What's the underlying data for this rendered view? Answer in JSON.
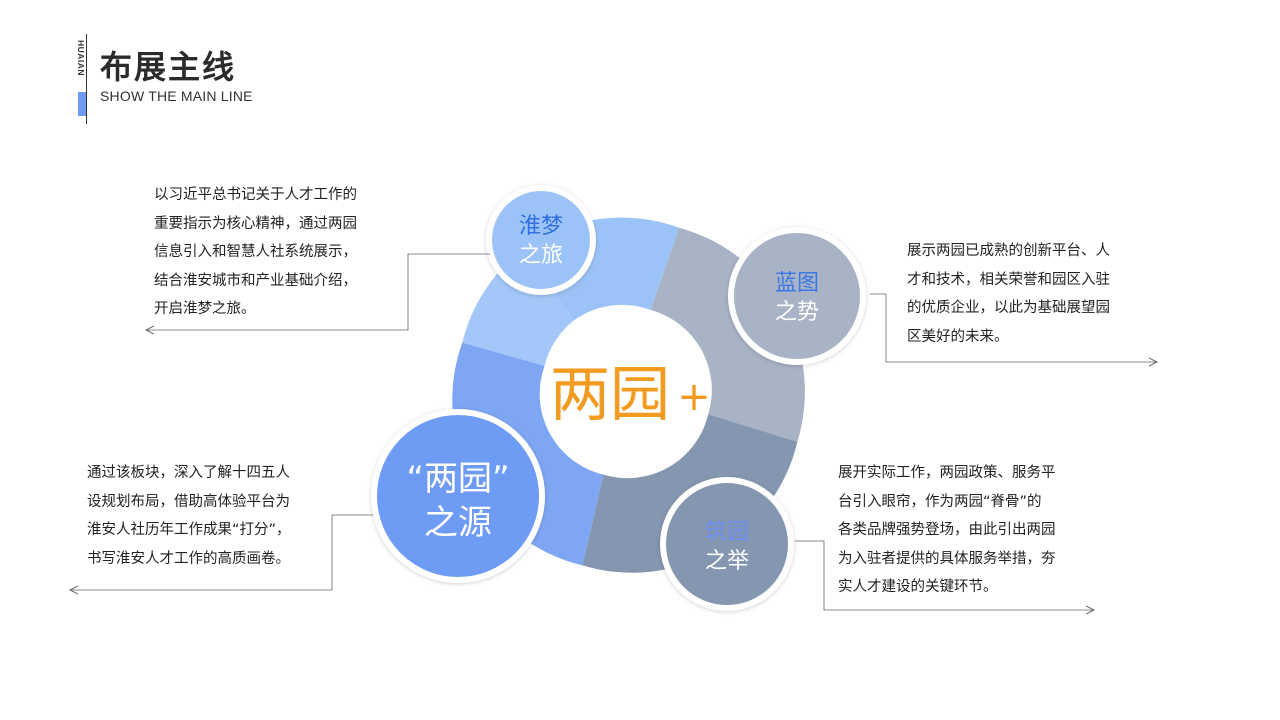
{
  "header": {
    "vertical_label": "HUAIAN",
    "title": "布展主线",
    "subtitle": "SHOW THE MAIN LINE"
  },
  "center": {
    "main": "两园",
    "plus": "+",
    "color": "#f39a1f"
  },
  "nodes": [
    {
      "id": "huaimeng",
      "line1": "淮梦",
      "line2": "之旅",
      "text_color_1": "#2f6fe0",
      "text_color_2": "#ffffff",
      "fill": "#9cc3f8",
      "description": [
        "以习近平总书记关于人才工作的",
        "重要指示为核心精神，通过两园",
        "信息引入和智慧人社系统展示，",
        "结合淮安城市和产业基础介绍，",
        "开启淮梦之旅。"
      ]
    },
    {
      "id": "lantu",
      "line1": "蓝图",
      "line2": "之势",
      "text_color_1": "#3a78e8",
      "text_color_2": "#ffffff",
      "fill": "#a8b3c6",
      "description": [
        "展示两园已成熟的创新平台、人",
        "才和技术，相关荣誉和园区入驻",
        "的优质企业，以此为基础展望园",
        "区美好的未来。"
      ]
    },
    {
      "id": "zhuyuan",
      "line1": "筑园",
      "line2": "之举",
      "text_color_1": "#6b8ff0",
      "text_color_2": "#ffffff",
      "fill": "#8597b0",
      "description": [
        "展开实际工作，两园政策、服务平",
        "台引入眼帘，作为两园“脊骨”的",
        "各类品牌强势登场，由此引出两园",
        "为入驻者提供的具体服务举措，夯",
        "实人才建设的关键环节。"
      ]
    },
    {
      "id": "liangyuan",
      "line1": "“两园”",
      "line2": "之源",
      "text_color_1": "#ffffff",
      "text_color_2": "#ffffff",
      "fill": "#6e9cf5",
      "description": [
        "通过该板块，深入了解十四五人",
        "设规划布局，借助高体验平台为",
        "淮安人社历年工作成果“打分”，",
        "书写淮安人才工作的高质画卷。"
      ]
    }
  ],
  "colors": {
    "accent": "#6f9cf2",
    "ring_top": "#9cc3f8",
    "ring_right": "#a8b3c6",
    "ring_bottom": "#8597b0",
    "ring_left": "#7ea6f3",
    "arrow": "#666666"
  }
}
